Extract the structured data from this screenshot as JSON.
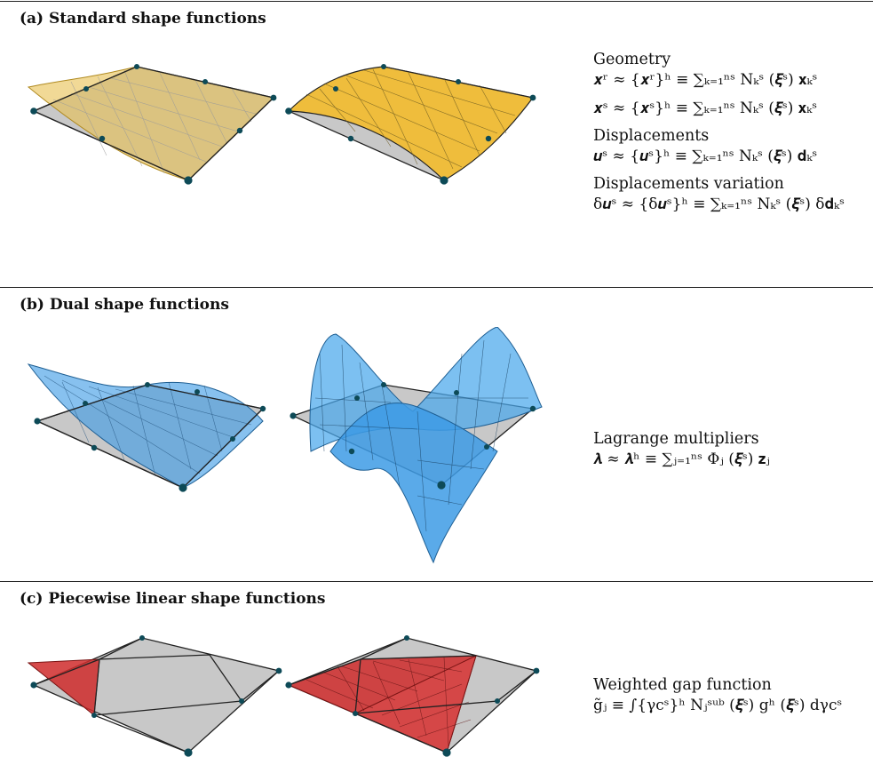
{
  "colors": {
    "standard": "#e8b93f",
    "dual": "#3d9be5",
    "piecewise": "#cf2b2b",
    "plane": "#c8c8c8",
    "node": "#0d4a57"
  },
  "panels": [
    {
      "title": "(a) Standard shape functions",
      "equations": [
        {
          "label": "Geometry",
          "formula": "𝒙ʳ ≈ {𝒙ʳ}ʰ ≡ ∑ₖ₌₁ⁿˢ Nₖˢ (𝝃ˢ) 𝐱ₖˢ"
        },
        {
          "label": "",
          "formula": "𝒙ˢ ≈ {𝒙ˢ}ʰ ≡ ∑ₖ₌₁ⁿˢ Nₖˢ (𝝃ˢ) 𝐱ₖˢ"
        },
        {
          "label": "Displacements",
          "formula": "𝒖ˢ ≈ {𝒖ˢ}ʰ ≡ ∑ₖ₌₁ⁿˢ Nₖˢ (𝝃ˢ) 𝐝ₖˢ"
        },
        {
          "label": "Displacements variation",
          "formula": "δ𝒖ˢ ≈ {δ𝒖ˢ}ʰ ≡ ∑ₖ₌₁ⁿˢ Nₖˢ (𝝃ˢ) δ𝐝ₖˢ"
        }
      ]
    },
    {
      "title": "(b) Dual shape functions",
      "equations": [
        {
          "label": "Lagrange multipliers",
          "formula": "𝝀 ≈ 𝝀ʰ ≡ ∑ⱼ₌₁ⁿˢ Φⱼ (𝝃ˢ) 𝐳ⱼ"
        }
      ]
    },
    {
      "title": "(c) Piecewise linear shape functions",
      "equations": [
        {
          "label": "Weighted gap function",
          "formula": "g̃ⱼ ≡ ∫{γcˢ}ʰ Nⱼˢᵘᵇ (𝝃ˢ) gʰ (𝝃ˢ) dγcˢ"
        }
      ]
    }
  ]
}
